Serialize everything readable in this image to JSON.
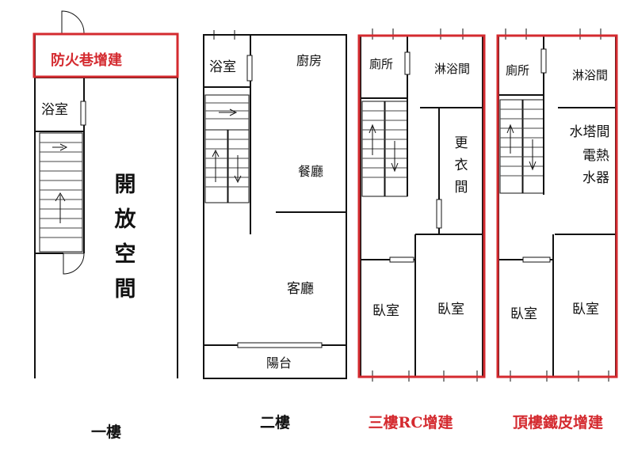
{
  "floor1": {
    "caption": "一樓",
    "firewall_label": "防火巷增建",
    "rooms": {
      "bath": "浴室"
    },
    "open_space_chars": [
      "開",
      "放",
      "空",
      "間"
    ]
  },
  "floor2": {
    "caption": "二樓",
    "rooms": {
      "bath": "浴室",
      "kitchen": "廚房",
      "dining": "餐廳",
      "living": "客廳",
      "balcony": "陽台"
    }
  },
  "floor3": {
    "caption": "三樓RC增建",
    "rooms": {
      "toilet": "廁所",
      "shower": "淋浴間",
      "bedroom_left": "臥室",
      "bedroom_right": "臥室"
    },
    "dressing_chars": [
      "更",
      "衣",
      "間"
    ]
  },
  "floor4": {
    "caption": "頂樓鐵皮增建",
    "rooms": {
      "toilet": "廁所",
      "shower": "淋浴間",
      "bedroom_left": "臥室",
      "bedroom_right": "臥室"
    },
    "tower_line1": "水塔間",
    "tower_line2": "電熱",
    "tower_line3": "水器"
  },
  "colors": {
    "annotation_red": "#d42a2f",
    "wall": "#111111"
  }
}
